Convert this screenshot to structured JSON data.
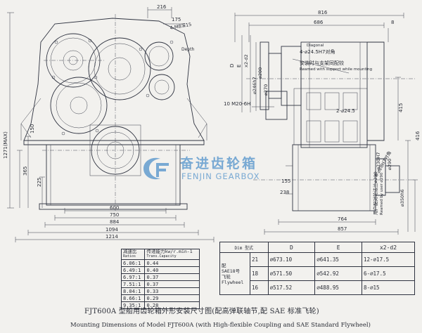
{
  "dims": {
    "top_216": "216",
    "top_175": "175",
    "depth": "4-M8深15",
    "depth_en": "Depth",
    "h_1271": "1271(MAX)",
    "h_150": "150",
    "h_225": "225",
    "h_365": "365",
    "w_600": "600",
    "w_750": "750",
    "w_884": "884",
    "w_1094": "1094",
    "w_1214": "1214",
    "w_816": "816",
    "w_686": "686",
    "w_8": "8",
    "x2_d2": "x2-d2",
    "d_label": "D",
    "e_label": "E",
    "dia_200": "⌀200",
    "dia_246": "⌀246h7",
    "dia_270": "⌀270",
    "m20": "10 M20-6H",
    "bolt_4": "4-⌀24.5H7对角",
    "bolt_4_en": "Diagonal",
    "bolt_cn": "安装时与支架同配铰",
    "bolt_en": "Reamed with support while mounting",
    "r245": "2-⌀24.5",
    "d_230": "⌀230H7",
    "d_290": "⌀290",
    "d_350": "⌀350h6",
    "h_415": "415",
    "h_416": "416",
    "d_155": "155",
    "d_238": "238",
    "d_764": "764",
    "d_857": "857",
    "flange_cn": "用户配对轮法兰⌀290",
    "flange_en": "Reamed by user ⌀290",
    "bolt_rot": "8-⌀28H7对角"
  },
  "watermark": {
    "cn": "奋进齿轮箱",
    "en": "FENJIN GEARBOX"
  },
  "ratio_table": {
    "header_ratio_cn": "减速比",
    "header_ratio_en": "Ratios",
    "header_cap_cn": "传递能力kw/r.min-1",
    "header_cap_en": "Trans.Capacity",
    "rows": [
      [
        "6.06:1",
        "0.44"
      ],
      [
        "6.49:1",
        "0.40"
      ],
      [
        "6.97:1",
        "0.37"
      ],
      [
        "7.51:1",
        "0.37"
      ],
      [
        "8.04:1",
        "0.33"
      ],
      [
        "8.66:1",
        "0.29"
      ],
      [
        "9.35:1",
        "0.28"
      ]
    ]
  },
  "fly_table": {
    "header_corner_dim": "Dim",
    "header_corner_model": "型式",
    "col_d": "D",
    "col_e": "E",
    "col_x": "x2-d2",
    "group_cn": "配",
    "group_model": "SAE",
    "group_inch": "18号",
    "group_lab": "飞轮",
    "group_en": "Flywheel",
    "rows": [
      [
        "21",
        "⌀673.10",
        "⌀641.35",
        "12-⌀17.5"
      ],
      [
        "18",
        "⌀571.50",
        "⌀542.92",
        "6-⌀17.5"
      ],
      [
        "16",
        "⌀517.52",
        "⌀488.95",
        "8-⌀15"
      ]
    ]
  },
  "caption": {
    "cn": "FJT600A 型船用齿轮箱外形安装尺寸图(配高弹联轴节,配 SAE 标准飞轮)",
    "en": "Mounting Dimensions of Model FJT600A (with High-flexible Coupling and SAE Standard Flywheel)"
  }
}
